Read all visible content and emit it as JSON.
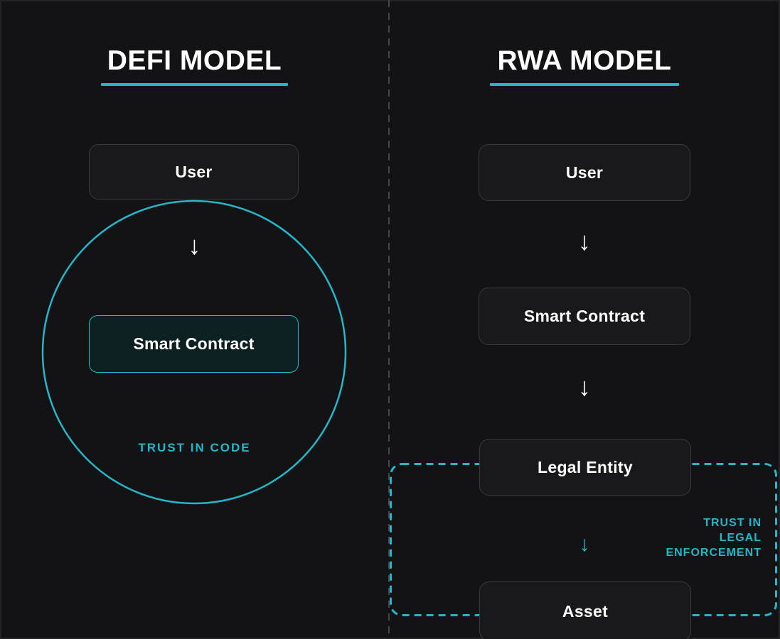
{
  "theme": {
    "accent": "#25b7c9",
    "background": "#131315"
  },
  "defi_panel": {
    "title": "DEFI MODEL",
    "user_label": "User",
    "smart_contract_label": "Smart Contract",
    "down_arrow": "↓",
    "trust_label": "TRUST IN CODE"
  },
  "rwa_panel": {
    "title": "RWA MODEL",
    "user_label": "User",
    "smart_contract_label": "Smart Contract",
    "legal_entity_label": "Legal Entity",
    "asset_label": "Asset",
    "down_arrow": "↓",
    "trust_label_lines": {
      "line1": "TRUST IN",
      "line2": "LEGAL",
      "line3": "ENFORCEMENT"
    }
  }
}
